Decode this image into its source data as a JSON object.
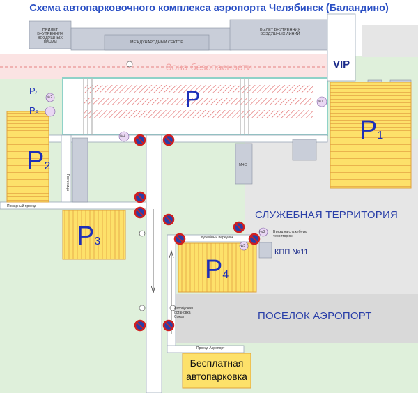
{
  "title": "Схема автопарковочного комплекса аэропорта Челябинск (Баландино)",
  "terminal": {
    "domestic_arrivals": "ПРИЛЕТ ВНУТРЕННИХ ВОЗДУШНЫХ ЛИНИЙ",
    "international": "МЕЖДУНАРОДНЫЙ СЕКТОР",
    "domestic_departures": "ВЫЛЕТ ВНУТРЕННИХ ВОЗДУШНЫХ ЛИНИЙ"
  },
  "zones": {
    "security": "Зона безопасности",
    "service": "СЛУЖЕБНАЯ ТЕРРИТОРИЯ",
    "village": "ПОСЕЛОК АЭРОПОРТ"
  },
  "labels": {
    "vip": "VIP",
    "kpp": "КПП №11",
    "hotel": "Гостиница",
    "mchs": "МЧС",
    "crossing": "Пожарный проезд",
    "service_road": "Служебный переулок",
    "airport_lane": "Проезд Аэропорт",
    "bus_stop": "Автобусная остановка Сокол",
    "road_to_kpp": "Въезд на служебную территорию"
  },
  "numbers": [
    "№1",
    "№2",
    "№3",
    "№4",
    "№5"
  ],
  "parkings": {
    "main": "P",
    "p1": {
      "letter": "P",
      "sub": "1"
    },
    "p2": {
      "letter": "P",
      "sub": "2"
    },
    "p3": {
      "letter": "P",
      "sub": "3"
    },
    "p4": {
      "letter": "P",
      "sub": "4"
    },
    "pa": {
      "letter": "P",
      "sub": "A"
    },
    "pl": {
      "letter": "P",
      "sub": "Л"
    }
  },
  "free_parking": {
    "line1": "Бесплатная",
    "line2": "автопарковка"
  },
  "colors": {
    "parking_fill": "#fde16a",
    "road": "#ffffff",
    "green": "#dff0db",
    "building": "#c9ced9",
    "service_area": "#e3e3e3",
    "title": "#2a4fc4",
    "no_stop_sign": "#d11f1f",
    "security_zone": "#fbe3e3"
  }
}
